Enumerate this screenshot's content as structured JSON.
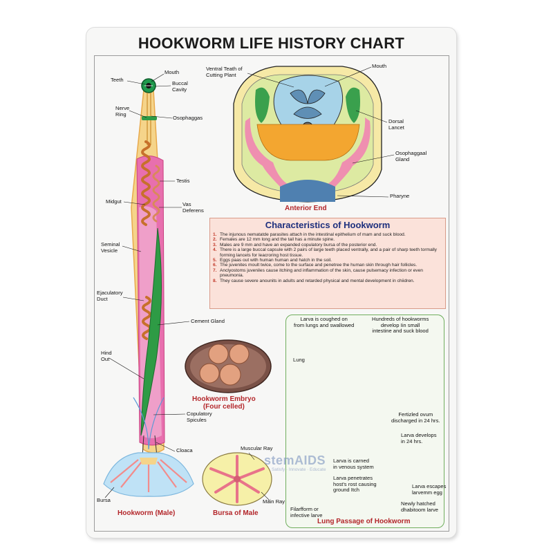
{
  "title": "HOOKWORM LIFE HISTORY CHART",
  "male": {
    "labels": {
      "teeth": "Teeth",
      "mouth": "Mouth",
      "buccal": "Buccal\nCavity",
      "nerve": "Nerve\nRing",
      "oesophagus": "Osophaggas",
      "testis": "Testis",
      "midgut": "Midgut",
      "vas": "Vas\nDeferens",
      "seminal": "Seminal\nVesicle",
      "ejaculatory": "Ejaculatory\nDuct",
      "cement": "Cement Gland",
      "hind": "Hind\nOut",
      "spicules": "Copulatory\nSpicules",
      "cloaca": "Cloaca",
      "bursa": "Bursa"
    },
    "caption": "Hookworm (Male)"
  },
  "anterior": {
    "labels": {
      "ventral": "Ventral Teath of\nCutting Plant",
      "mouth": "Mouth",
      "dorsal": "Dorsal\nLancet",
      "gland": "Osophaggaal\nGland",
      "pharynx": "Pharyne"
    },
    "caption": "Anterior End"
  },
  "characteristics": {
    "heading": "Characteristics of Hookworm",
    "items": [
      {
        "n": "1.",
        "text": "The injunous nematatde parasites attach in the intestinal epithelium of mam and suck blood."
      },
      {
        "n": "2.",
        "text": "Females are 12 mm long and the tail has a minute spine."
      },
      {
        "n": "3.",
        "text": "Males are 9 mm and have an expanded copulatory bursa of the posterior end."
      },
      {
        "n": "4.",
        "text": "There is a large buccal capsule with 2 pairs of large teeth placed ventrally, and a pair of sharp teeth tormally forming lancets for leacroring host tissue."
      },
      {
        "n": "5.",
        "text": "Eggs paas out with human human and hatch in the soil."
      },
      {
        "n": "6.",
        "text": "The juvenites moult twice, come to the surface and penetree the human skin through hair follicles."
      },
      {
        "n": "7.",
        "text": "Anclyostoms juveniles cause itching and inflammation of the skin, cause pulsemacy infection or even pneumonia."
      },
      {
        "n": "8.",
        "text": "They cause severe anounits in adults and retarded physical and mental development in chiidren."
      }
    ]
  },
  "embryo": {
    "caption": "Hookworm Embryo\n(Four celled)"
  },
  "bursa_male": {
    "labels": {
      "muscular": "Muscular Ray",
      "main": "Main Ray"
    },
    "caption": "Bursa of Male"
  },
  "lung": {
    "labels": {
      "coughed": "Larva is coughed on\nfrom lungs and swallowed",
      "hundreds": "Hundreds of hookworms\ndevelop Iin small\nintestine and suck blood",
      "lung": "Lung",
      "ovum": "Fertizled ovum\ndischarged in 24 hrs.",
      "develops": "Larva develops\nin 24 hrs.",
      "venous": "Larva is carned\nin venous system",
      "penetrates": "Larva penetrates\nhost's rost causing\nground Itch",
      "escapes": "Larva escapes\nlarvemm egg",
      "filariform": "Filarfform or\ninfective larve",
      "hatched": "Newly hatched\ndhabitoom larve"
    },
    "caption": "Lung Passage of Hookworm"
  },
  "watermark": {
    "brand": "stemAIDS",
    "tagline": "Satisfy · Innovate · Educate"
  },
  "colors": {
    "caption_red": "#b3262a",
    "heading_blue": "#1d2f7d",
    "box_pink": "#fbe2da",
    "lung_green": "#6fae5d"
  }
}
